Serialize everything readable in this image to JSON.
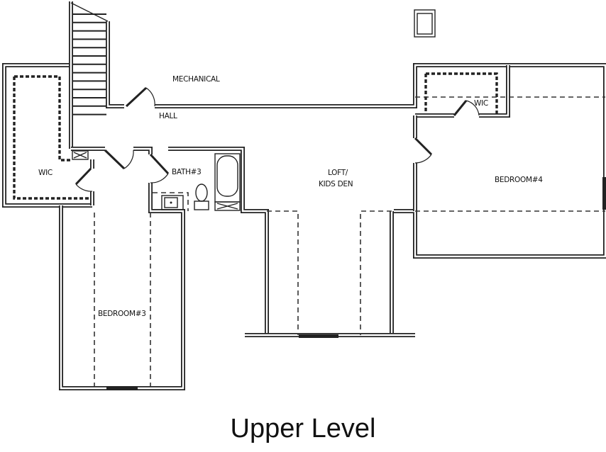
{
  "plan": {
    "title": "Upper Level",
    "rooms": {
      "mechanical": "MECHANICAL",
      "hall": "HALL",
      "wic_left": "WIC",
      "bath3": "BATH#3",
      "loft_line1": "LOFT/",
      "loft_line2": "KIDS DEN",
      "bedroom4": "BEDROOM#4",
      "wic_right": "WIC",
      "bedroom3": "BEDROOM#3"
    }
  },
  "colors": {
    "ink": "#222222",
    "background": "#ffffff"
  }
}
